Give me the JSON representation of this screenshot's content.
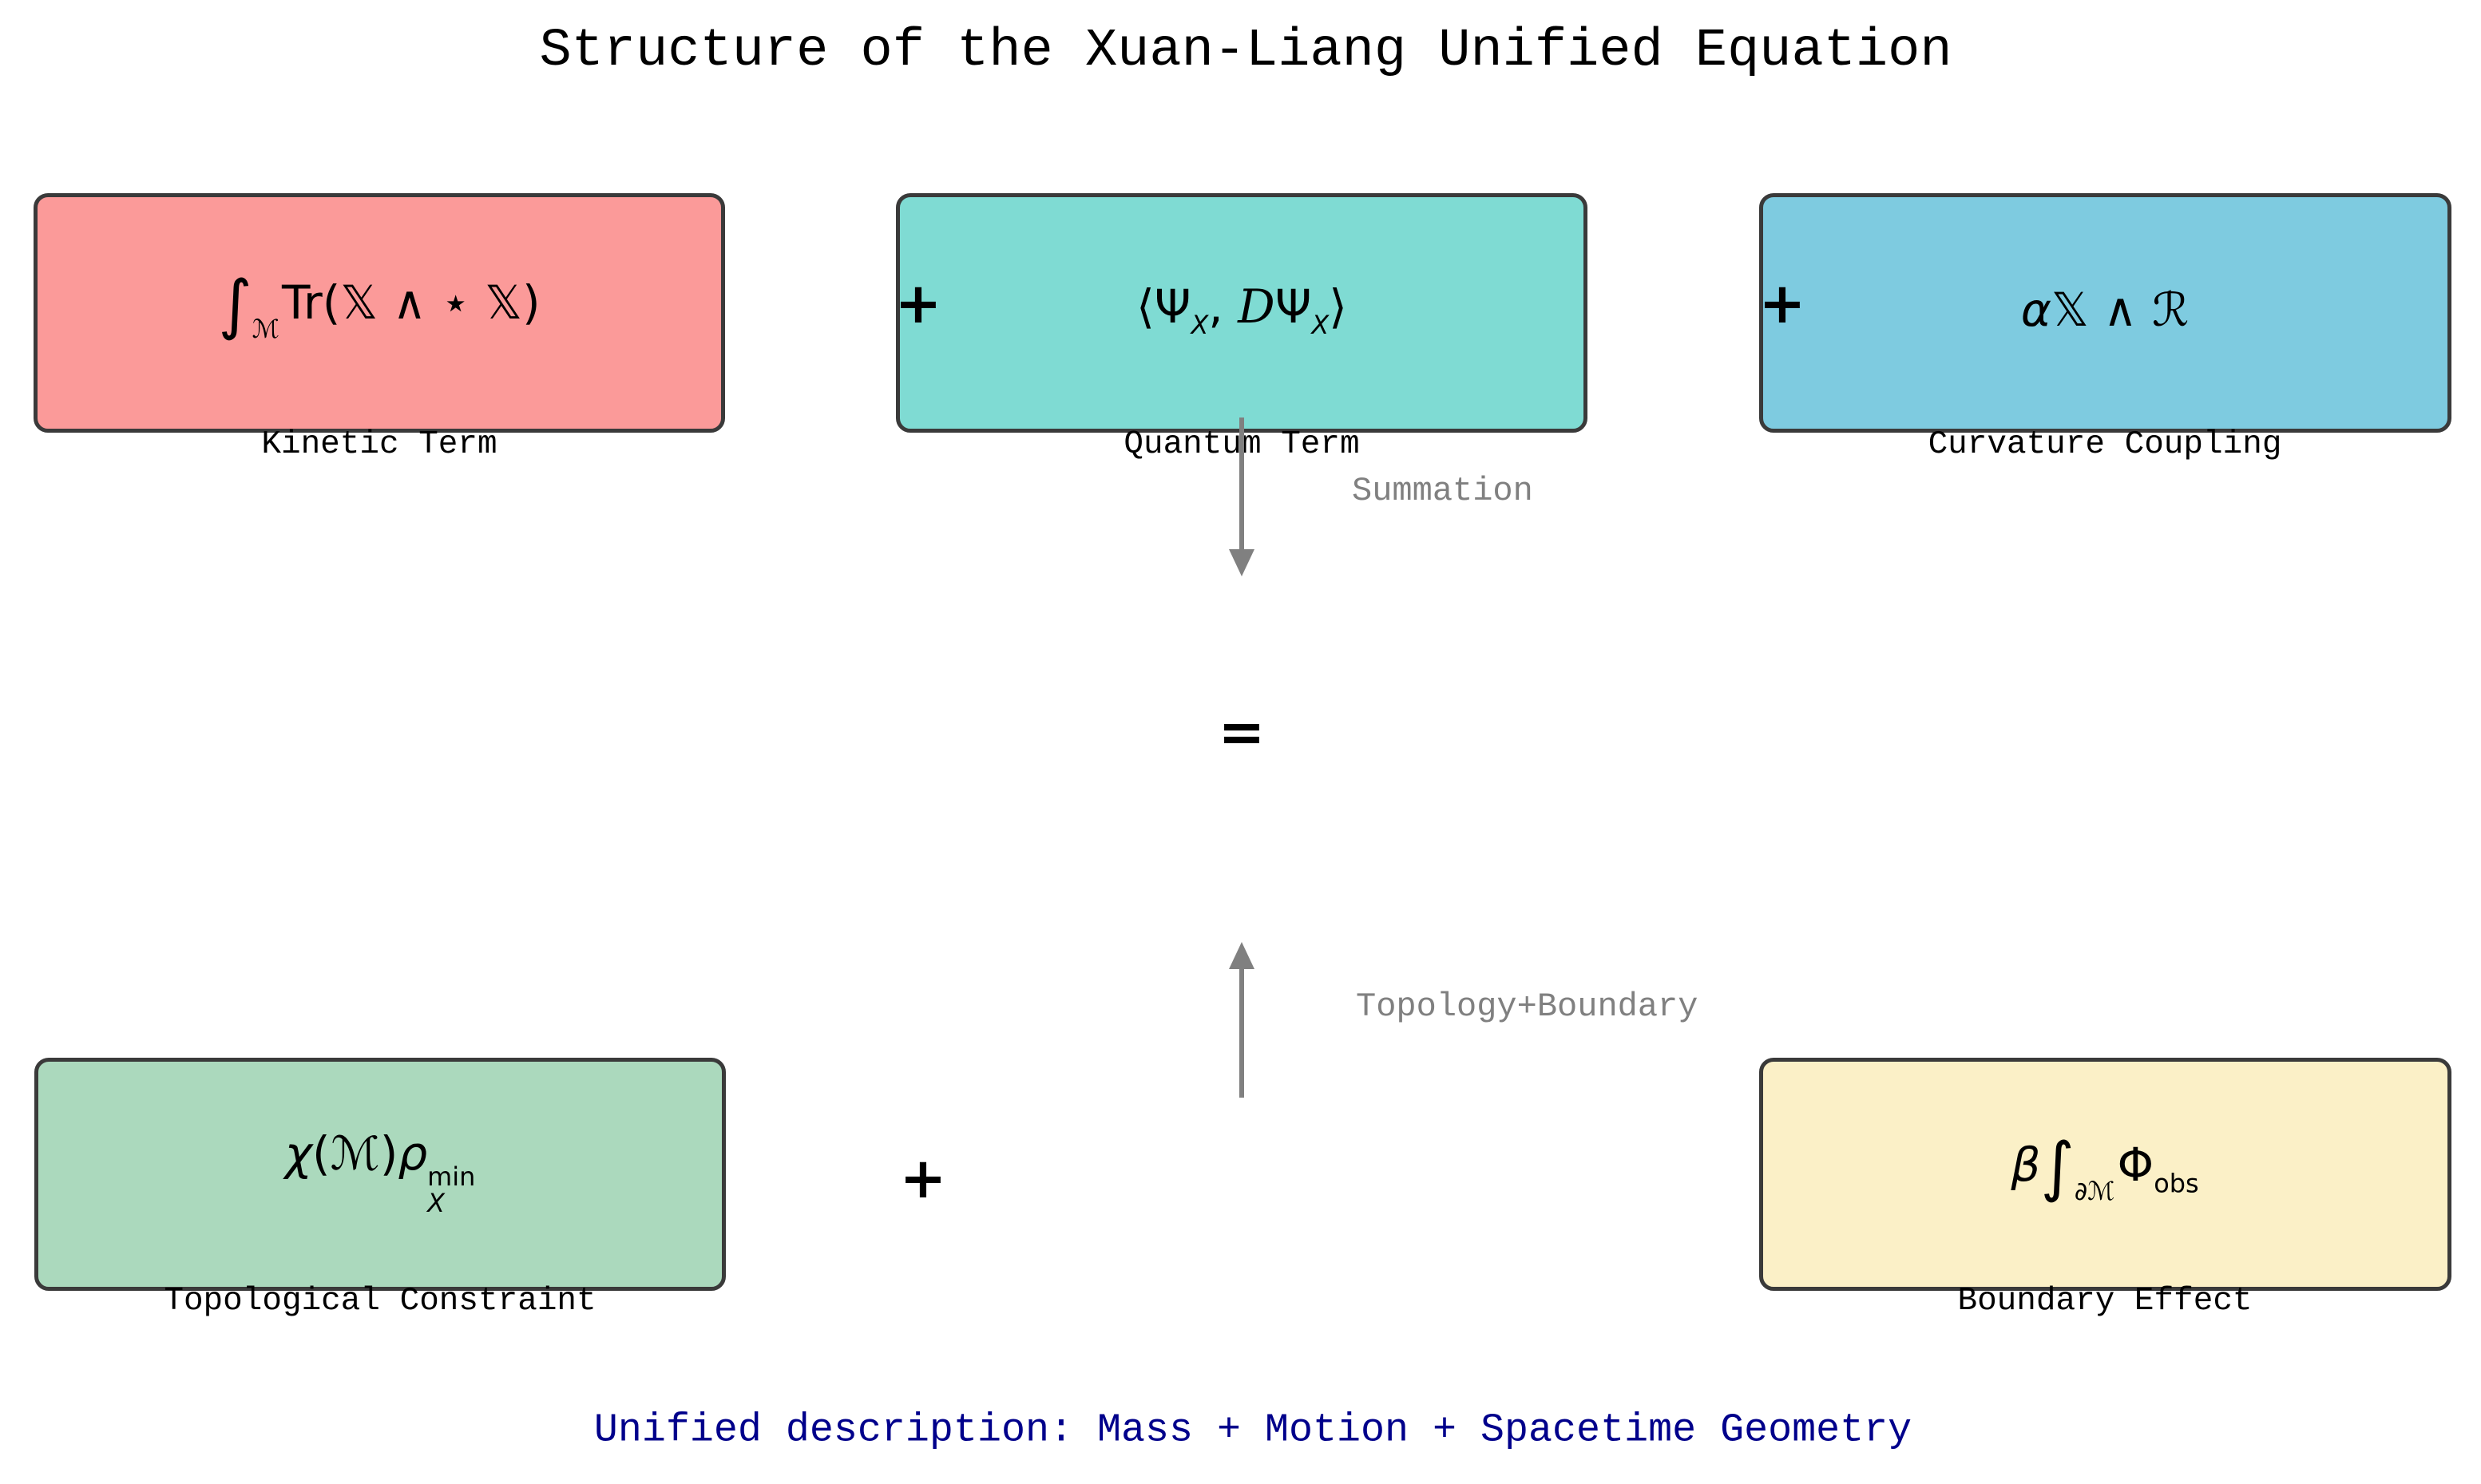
{
  "title": "Structure of the Xuan-Liang Unified Equation",
  "colors": {
    "kinetic_fill": "#fb9a99",
    "quantum_fill": "#7fdbd3",
    "curvature_fill": "#7ecbe0",
    "topological_fill": "#abd9bd",
    "boundary_fill": "#fbf0c7",
    "box_border": "#3a3a3a",
    "arrow_gray": "#808080",
    "footer_navy": "#00008b"
  },
  "boxes": {
    "kinetic": {
      "label": "Kinetic Term",
      "formula": [
        {
          "t": "∫",
          "c": "bigint"
        },
        {
          "t": "ℳ",
          "c": "isub"
        },
        {
          "t": "Tr(",
          "c": "n"
        },
        {
          "t": "𝕏",
          "c": "n"
        },
        {
          "t": " ∧ ⋆ ",
          "c": "n"
        },
        {
          "t": "𝕏",
          "c": "n"
        },
        {
          "t": ")",
          "c": "n"
        }
      ]
    },
    "quantum": {
      "label": "Quantum Term",
      "formula": [
        {
          "t": "⟨Ψ",
          "c": "n"
        },
        {
          "t": "X",
          "c": "subi"
        },
        {
          "t": ", ",
          "c": "n"
        },
        {
          "t": "D",
          "c": "script"
        },
        {
          "t": "Ψ",
          "c": "n"
        },
        {
          "t": "X",
          "c": "subi"
        },
        {
          "t": "⟩",
          "c": "n"
        }
      ]
    },
    "curvature": {
      "label": "Curvature Coupling",
      "formula": [
        {
          "t": "α",
          "c": "i"
        },
        {
          "t": "𝕏",
          "c": "n"
        },
        {
          "t": " ∧ ",
          "c": "n"
        },
        {
          "t": "ℛ",
          "c": "n"
        }
      ]
    },
    "topological": {
      "label": "Topological Constraint",
      "formula": [
        {
          "t": "χ",
          "c": "i"
        },
        {
          "t": "(",
          "c": "n"
        },
        {
          "t": "ℳ",
          "c": "n"
        },
        {
          "t": ")",
          "c": "n"
        },
        {
          "t": "ρ",
          "c": "i"
        },
        {
          "sup": "min",
          "sub": "X",
          "c": "stack"
        }
      ]
    },
    "boundary": {
      "label": "Boundary Effect",
      "formula": [
        {
          "t": "β",
          "c": "i"
        },
        {
          "t": "∫",
          "c": "bigint"
        },
        {
          "t": "∂ℳ",
          "c": "isub"
        },
        {
          "t": "Φ",
          "c": "n"
        },
        {
          "t": "obs",
          "c": "sub"
        }
      ]
    }
  },
  "operators": {
    "plus": "+",
    "equals": "="
  },
  "connectors": {
    "summation_label": "Summation",
    "topology_boundary_label": "Topology+Boundary"
  },
  "footer": "Unified description: Mass + Motion + Spacetime Geometry"
}
